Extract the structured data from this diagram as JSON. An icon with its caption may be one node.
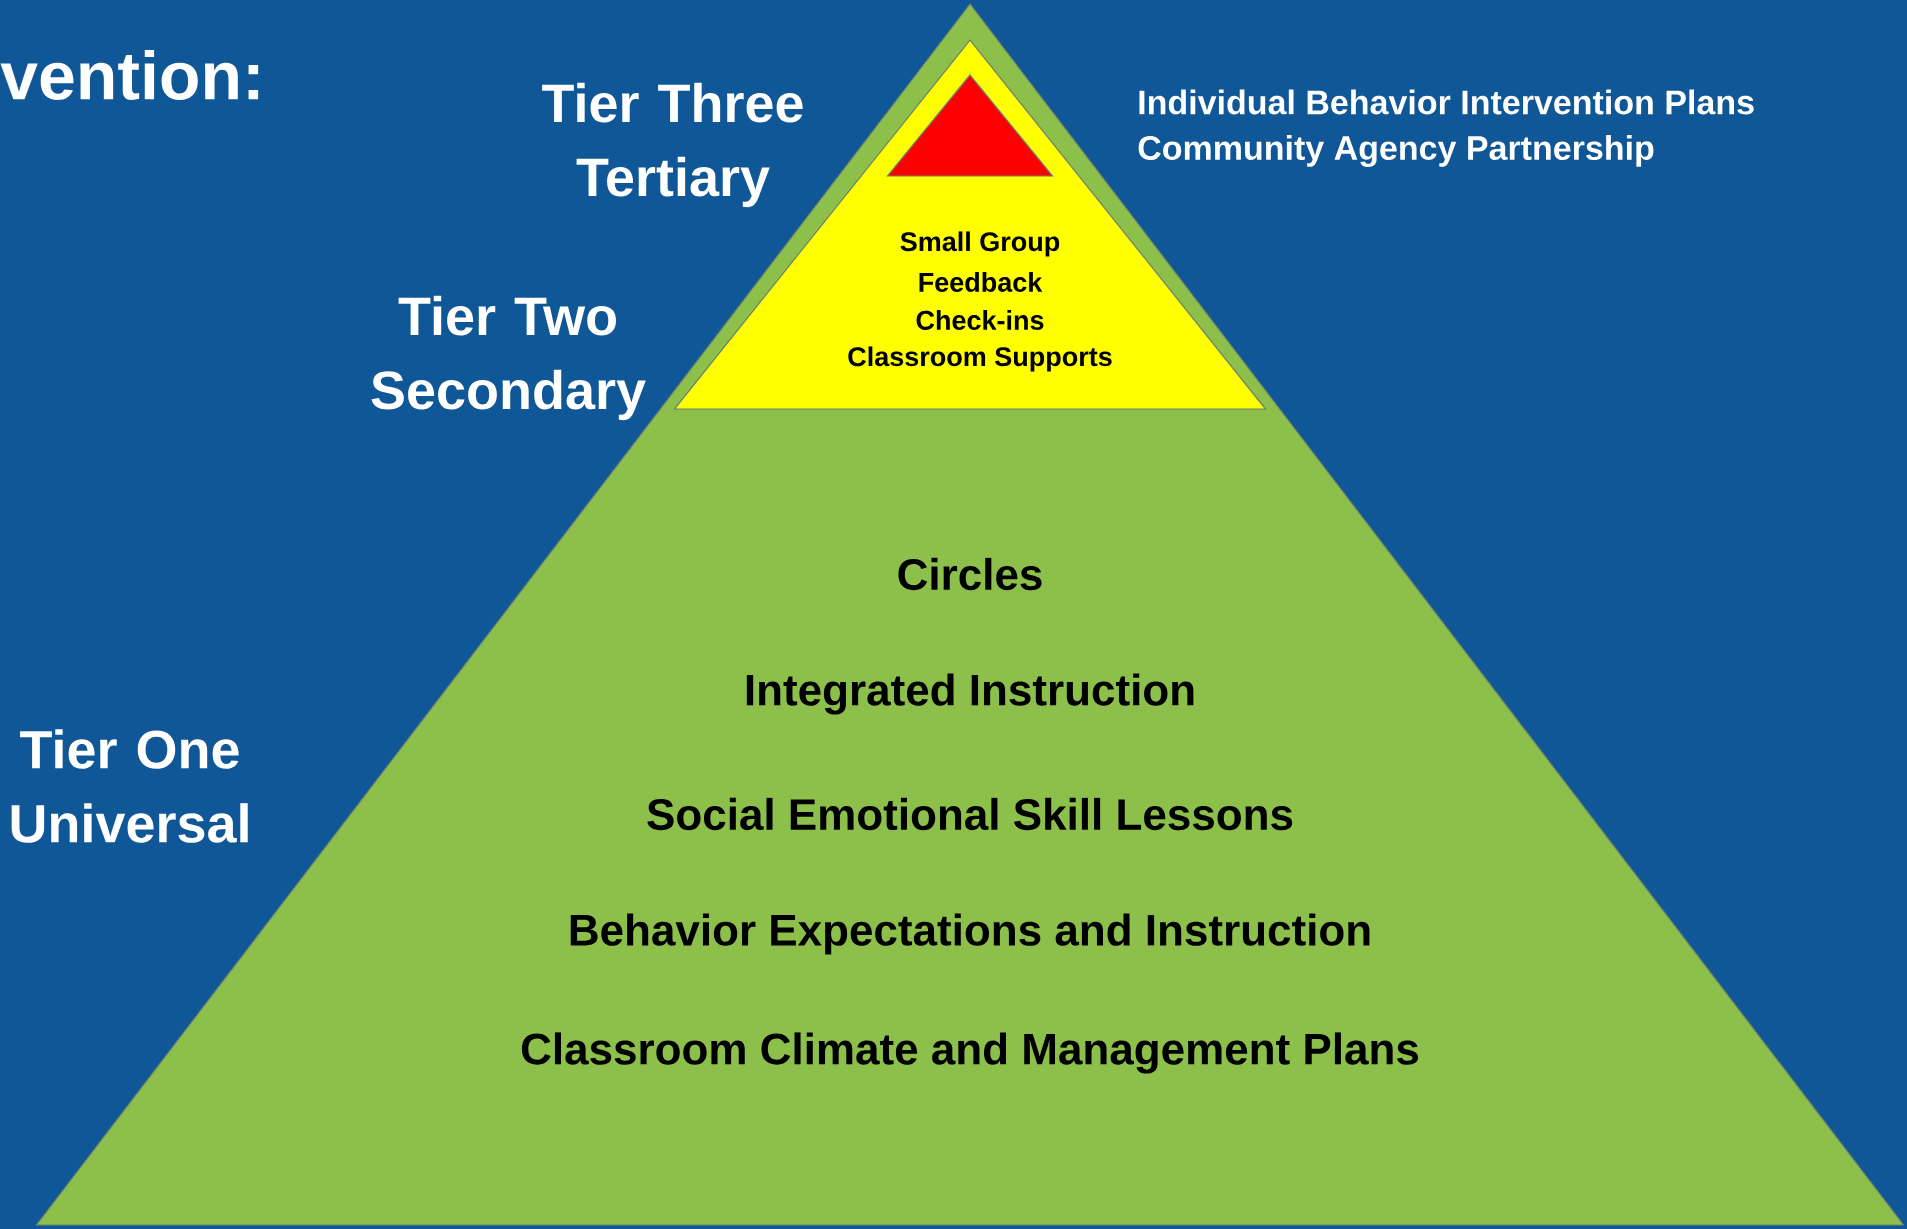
{
  "diagram": {
    "nodes": [
      {
        "text": [
          "Circles",
          "Integrated Instruction",
          "Social Emotional Skill Lessons",
          "Behavior Expectations and Instruction",
          "Classroom Climate and Management Plans"
        ]
      },
      {
        "text": [
          "Small Group",
          "Feedback",
          "Check-ins",
          "Classroom Supports"
        ],
        "in": 0
      },
      {
        "text": [],
        "shape": "triangle",
        "in": 1
      }
    ],
    "labels": [
      "vention:",
      "Tier Three Tertiary",
      "Tier Two Secondary",
      "Tier One Universal",
      "Individual Behavior Intervention Plans",
      "Community Agency Partnership"
    ]
  }
}
